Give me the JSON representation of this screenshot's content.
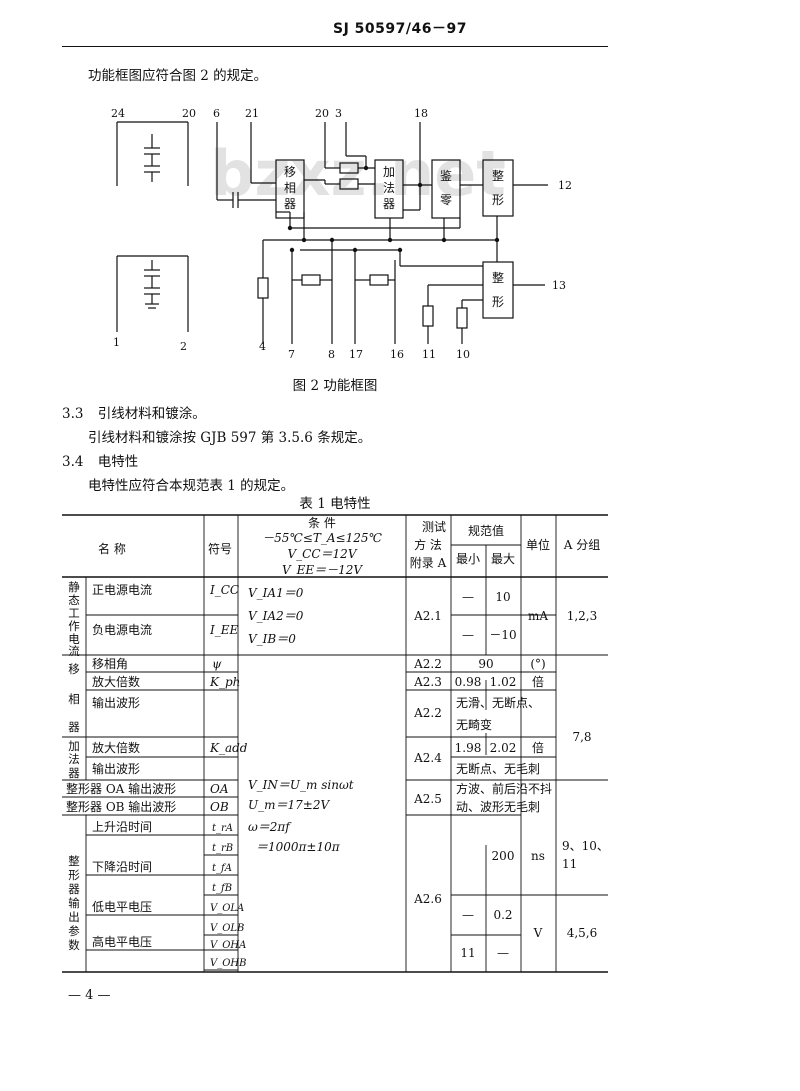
{
  "header": {
    "doc_code": "SJ 50597/46－97"
  },
  "intro": "功能框图应符合图 2 的规定。",
  "watermark": "bzxz.net",
  "figure": {
    "caption": "图 2   功能框图",
    "blocks": {
      "phase_shifter": [
        "移",
        "相",
        "器"
      ],
      "adder": [
        "加",
        "法",
        "器"
      ],
      "comparator": [
        "鉴",
        "零"
      ],
      "shaper1": [
        "整",
        "形"
      ],
      "shaper2": [
        "整",
        "形"
      ]
    },
    "pins": {
      "p24": "24",
      "p20a": "20",
      "p6": "6",
      "p21": "21",
      "p20b": "20",
      "p3": "3",
      "p18": "18",
      "p12": "12",
      "p13": "13",
      "p1": "1",
      "p2": "2",
      "p4": "4",
      "p7": "7",
      "p8": "8",
      "p17": "17",
      "p16": "16",
      "p11": "11",
      "p10": "10"
    }
  },
  "sections": [
    {
      "num": "3.3",
      "title": "引线材料和镀涂。",
      "body": "引线材料和镀涂按 GJB 597 第 3.5.6 条规定。"
    },
    {
      "num": "3.4",
      "title": "电特性",
      "body": "电特性应符合本规范表 1 的规定。"
    }
  ],
  "table": {
    "caption": "表 1   电特性",
    "head": {
      "name": "名      称",
      "symbol": "符号",
      "cond_title": "条        件",
      "cond_l1": "－55℃≤T_A≤125℃",
      "cond_l2": "V_CC＝12V",
      "cond_l3": "V_EE＝－12V",
      "method": [
        "测",
        "试",
        "方 法",
        "附录 A"
      ],
      "spec": "规范值",
      "min": "最小",
      "max": "最大",
      "unit": "单位",
      "group": "A 分组"
    },
    "groups": {
      "static": [
        "静",
        "态",
        "工",
        "作",
        "电",
        "流"
      ],
      "phase": [
        "移",
        "相",
        "器"
      ],
      "adder": [
        "加",
        "法",
        "器"
      ],
      "shaper": [
        "整",
        "形",
        "器",
        "输",
        "出",
        "参",
        "数"
      ]
    },
    "rows": {
      "icc_name": "正电源电流",
      "icc_sym": "I_CC",
      "iee_name": "负电源电流",
      "iee_sym": "I_EE",
      "static_cond": [
        "V_IA1＝0",
        "V_IA2＝0",
        "V_IB＝0"
      ],
      "static_method": "A2.1",
      "icc_min": "—",
      "icc_max": "10",
      "iee_min": "—",
      "iee_max": "－10",
      "static_unit": "mA",
      "static_group": "1,2,3",
      "psi_name": "移相角",
      "psi_sym": "ψ",
      "psi_method": "A2.2",
      "psi_val": "90",
      "psi_unit": "(°)",
      "kph_name": "放大倍数",
      "kph_sym": "K_ph",
      "kph_method": "A2.3",
      "kph_min": "0.98",
      "kph_max": "1.02",
      "kph_unit": "倍",
      "wave1_name": "输出波形",
      "wave1_method": "A2.2",
      "wave1_spec": [
        "无滑、无断点、",
        "无畸变"
      ],
      "kadd_name": "放大倍数",
      "kadd_sym": "K_add",
      "kadd_method": "A2.4",
      "kadd_min": "1.98",
      "kadd_max": "2.02",
      "kadd_unit": "倍",
      "wave2_name": "输出波形",
      "wave2_spec": "无断点、无毛刺",
      "mid_group": "7,8",
      "oa_name": "整形器 OA 输出波形",
      "oa_sym": "OA",
      "ob_name": "整形器 OB 输出波形",
      "ob_sym": "OB",
      "wave_method": "A2.5",
      "wave_spec": [
        "方波、前后沿不抖",
        "动、波形无毛刺"
      ],
      "sig_cond": [
        "V_IN＝U_m sinωt",
        "U_m＝17±2V",
        "ω＝2πf",
        "＝1000π±10π"
      ],
      "tr_name": "上升沿时间",
      "tra": "t_rA",
      "trb": "t_rB",
      "tf_name": "下降沿时间",
      "tfa": "t_fA",
      "tfb": "t_fB",
      "vol_name": "低电平电压",
      "vola": "V_OLA",
      "volb": "V_OLB",
      "voh_name": "高电平电压",
      "voha": "V_OHA",
      "vohb": "V_OHB",
      "shaper_method": "A2.6",
      "t_max": "200",
      "t_unit": "ns",
      "t_group": [
        "9、10、",
        "11"
      ],
      "vol_min": "—",
      "vol_max": "0.2",
      "voh_min": "11",
      "voh_max": "—",
      "v_unit": "V",
      "v_group": "4,5,6"
    }
  },
  "footer": {
    "page": "— 4 —"
  }
}
